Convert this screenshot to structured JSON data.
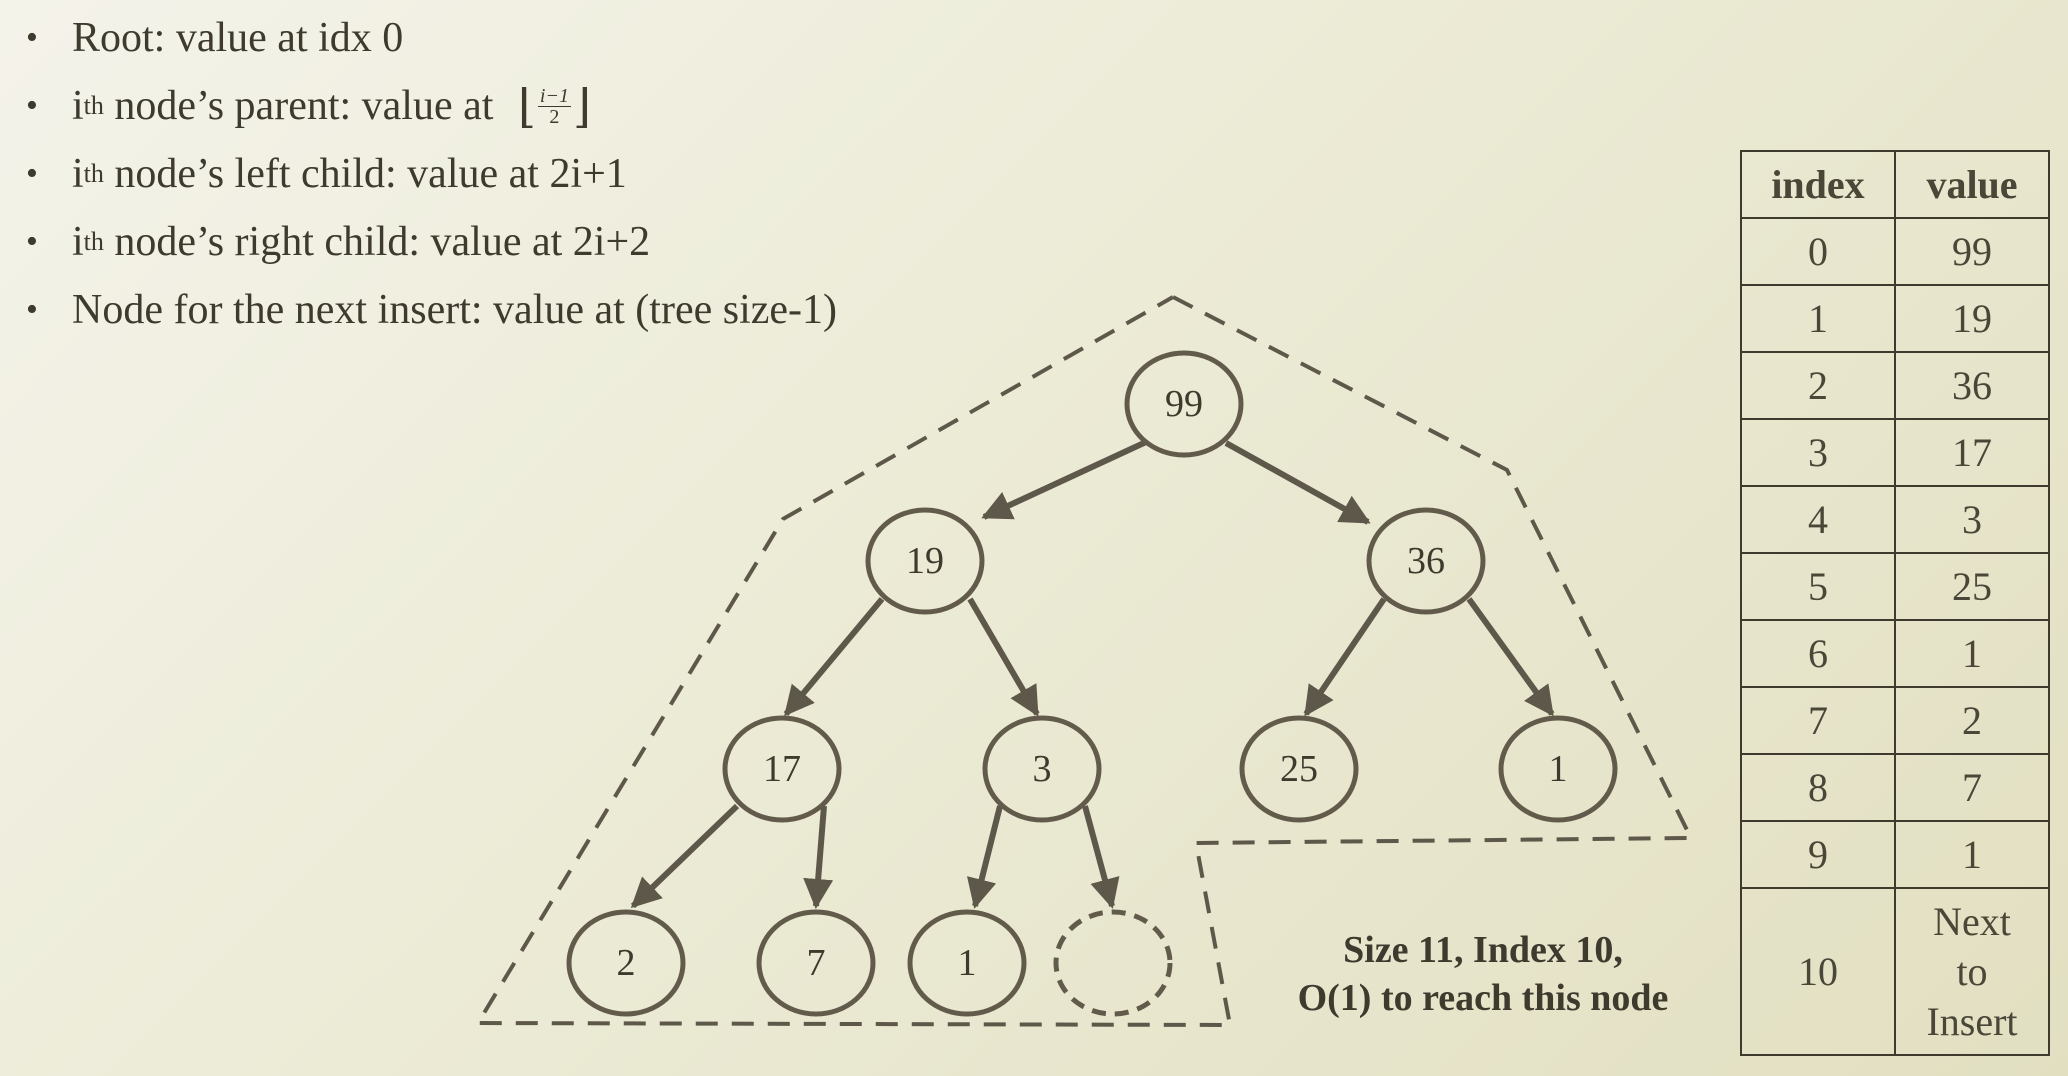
{
  "bullets": [
    {
      "text": "Root: value at idx 0"
    },
    {
      "pre": "i",
      "sup": "th",
      "text": " node’s parent: value at ",
      "floor": {
        "num": "i−1",
        "den": "2"
      }
    },
    {
      "pre": "i",
      "sup": "th",
      "text": " node’s left child: value at 2i+1"
    },
    {
      "pre": "i",
      "sup": "th",
      "text": " node’s right child: value at 2i+2"
    },
    {
      "text": "Node for the next insert: value at (tree size-1)"
    }
  ],
  "tree": {
    "nodes": [
      "99",
      "19",
      "36",
      "17",
      "3",
      "25",
      "1",
      "2",
      "7",
      "1"
    ],
    "caption": [
      "Size 11, Index 10,",
      "O(1) to reach this node"
    ]
  },
  "table": {
    "headers": [
      "index",
      "value"
    ],
    "rows": [
      {
        "index": "0",
        "value": "99"
      },
      {
        "index": "1",
        "value": "19"
      },
      {
        "index": "2",
        "value": "36"
      },
      {
        "index": "3",
        "value": "17"
      },
      {
        "index": "4",
        "value": "3"
      },
      {
        "index": "5",
        "value": "25"
      },
      {
        "index": "6",
        "value": "1"
      },
      {
        "index": "7",
        "value": "2"
      },
      {
        "index": "8",
        "value": "7"
      },
      {
        "index": "9",
        "value": "1"
      }
    ],
    "last_row": {
      "index": "10",
      "value_lines": [
        "Next",
        "to",
        "Insert"
      ]
    }
  },
  "colors": {
    "ink": "#3e3a2e",
    "edge": "#5e584a",
    "node_stroke": "#625b4b"
  }
}
